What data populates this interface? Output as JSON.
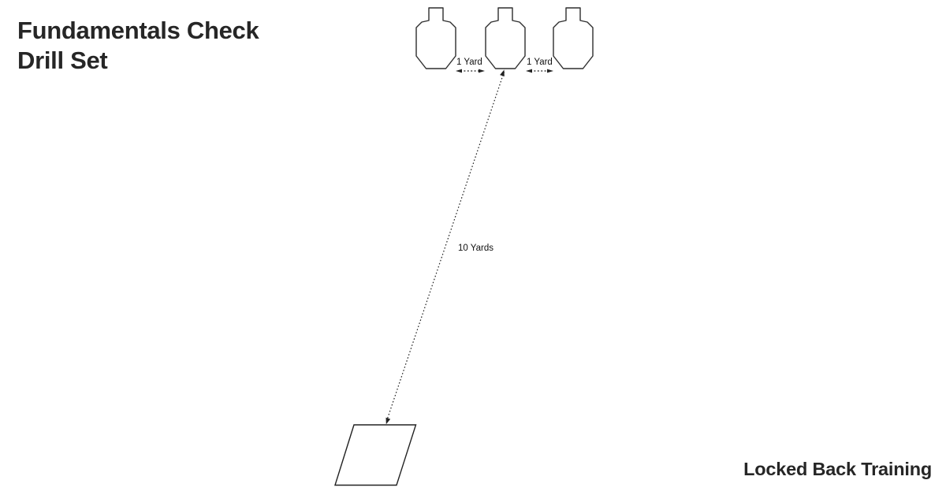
{
  "header": {
    "title_line1": "Fundamentals Check",
    "title_line2": "Drill Set"
  },
  "diagram": {
    "spacing_label_left": "1 Yard",
    "spacing_label_right": "1 Yard",
    "distance_label": "10 Yards"
  },
  "footer": {
    "brand": "Locked Back Training"
  },
  "colors": {
    "background": "#ffffff",
    "ink": "#262626",
    "line": "#222222"
  }
}
